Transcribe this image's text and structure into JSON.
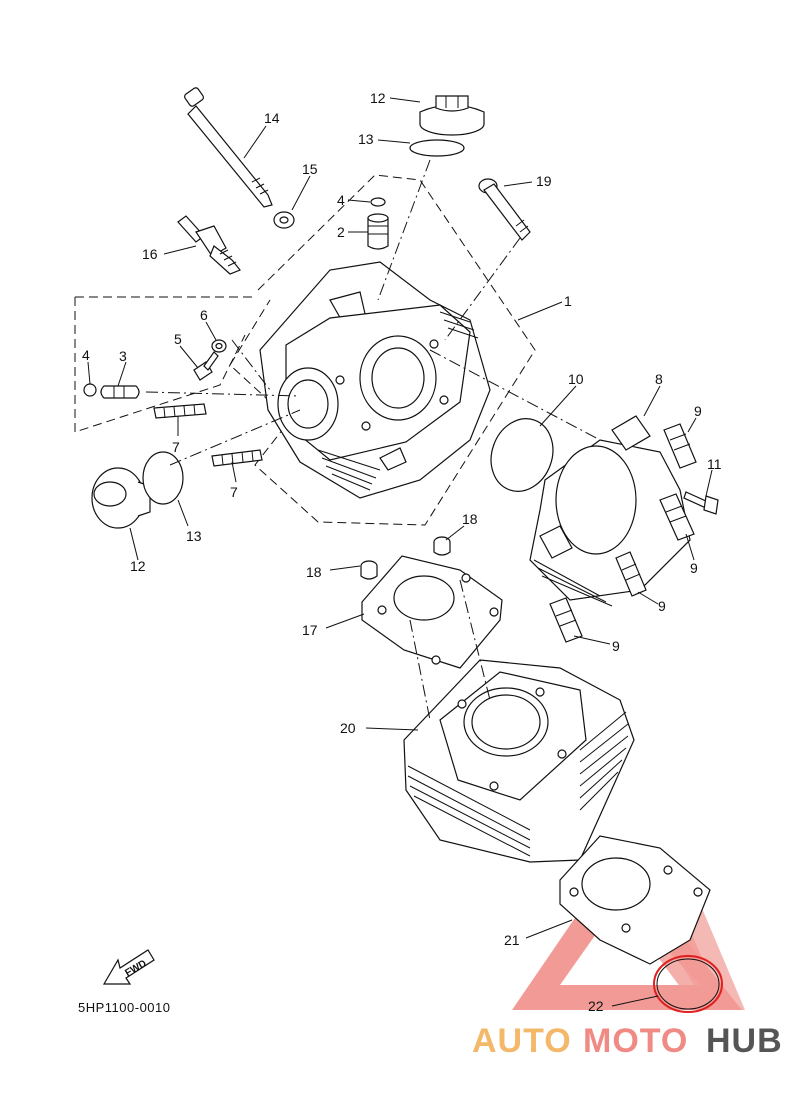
{
  "diagram_code": "5HP1100-0010",
  "fwd_label": "FWD",
  "watermark": {
    "part1": "AUTO",
    "part2": "MOTO",
    "part3": "HUB",
    "colors": {
      "auto": "#f4b86a",
      "moto": "#f08a84",
      "hub": "#555555",
      "logo": "#f08a84"
    }
  },
  "callouts": {
    "c1": "1",
    "c2": "2",
    "c3": "3",
    "c4a": "4",
    "c4b": "4",
    "c5": "5",
    "c6": "6",
    "c7a": "7",
    "c7b": "7",
    "c8": "8",
    "c9a": "9",
    "c9b": "9",
    "c9c": "9",
    "c9d": "9",
    "c10": "10",
    "c11": "11",
    "c12a": "12",
    "c12b": "12",
    "c13a": "13",
    "c13b": "13",
    "c14": "14",
    "c15": "15",
    "c16": "16",
    "c17": "17",
    "c18a": "18",
    "c18b": "18",
    "c19": "19",
    "c20": "20",
    "c21": "21",
    "c22": "22"
  }
}
